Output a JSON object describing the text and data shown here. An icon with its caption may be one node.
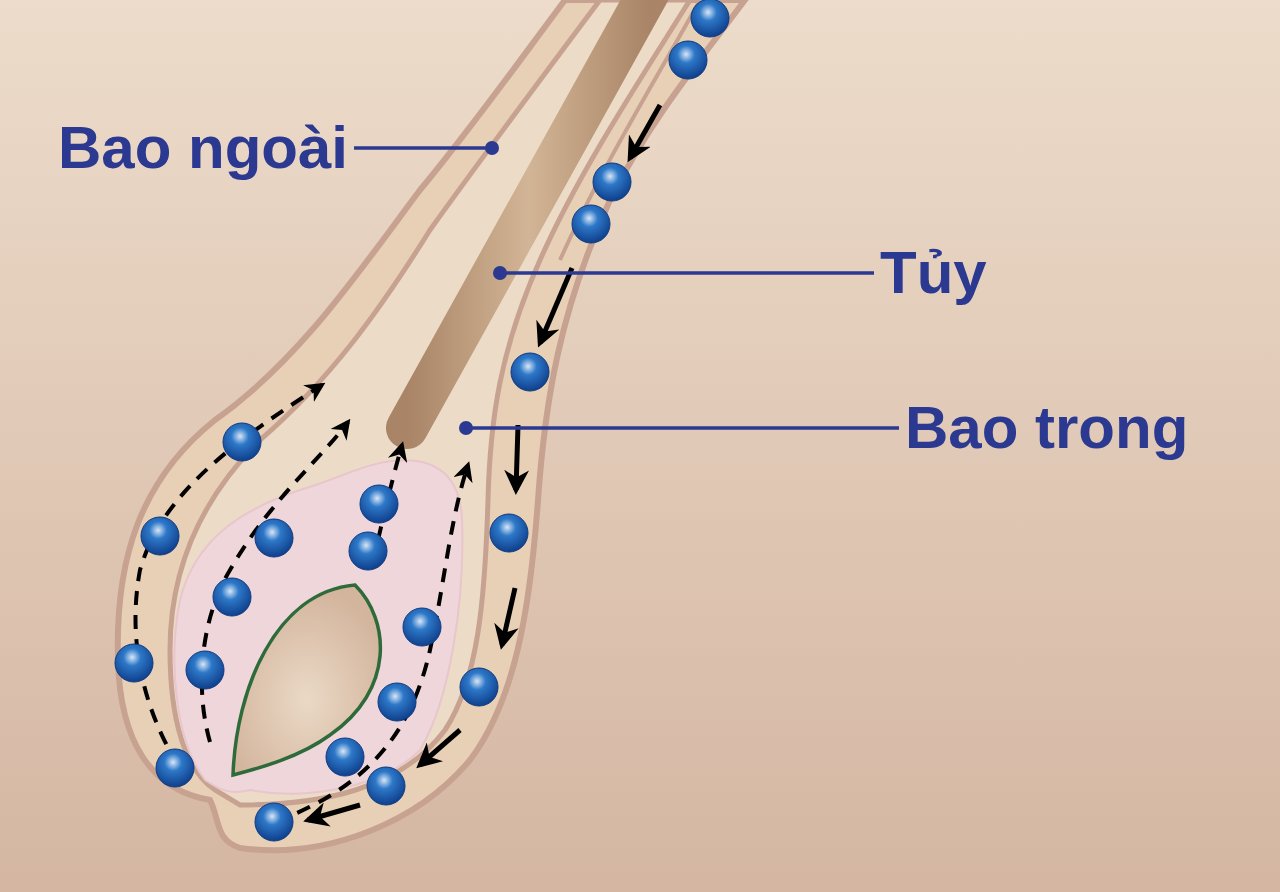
{
  "diagram": {
    "nodes": [
      {
        "text": [
          "Bao ngoài"
        ]
      },
      {
        "text": [
          "Tủy"
        ]
      },
      {
        "text": [
          "Bao trong"
        ]
      }
    ],
    "edges": [
      {
        "from": 0,
        "to": null,
        "arrow": "other"
      },
      {
        "from": 1,
        "to": null,
        "arrow": "other"
      },
      {
        "from": 2,
        "to": null,
        "arrow": "other"
      }
    ]
  }
}
